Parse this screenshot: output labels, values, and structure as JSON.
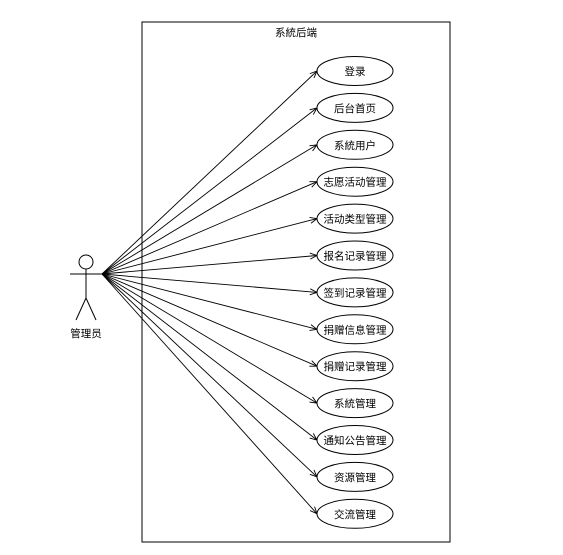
{
  "system": {
    "title": "系統后端"
  },
  "actor": {
    "name": "管理员"
  },
  "use_cases": [
    "登录",
    "后台首页",
    "系統用户",
    "志愿活动管理",
    "活动类型管理",
    "报名记录管理",
    "签到记录管理",
    "捐赠信息管理",
    "捐赠记录管理",
    "系統管理",
    "通知公告管理",
    "资源管理",
    "交流管理"
  ]
}
